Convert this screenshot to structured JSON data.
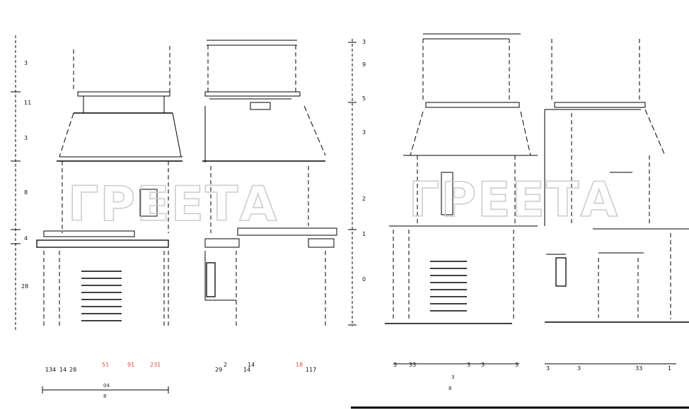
{
  "watermark": "ГРЕЕТА",
  "panels": [
    {
      "vertical_dims": [
        "3",
        "11",
        "3",
        "8",
        "4",
        "28"
      ],
      "bottom_dims_row1": [
        "134",
        "14",
        "28",
        "51",
        "91",
        "231"
      ],
      "bottom_dims_row2": [
        "04",
        "8"
      ]
    },
    {
      "bottom_dims_row1": [
        "2",
        "14",
        "18"
      ],
      "bottom_dims_row2": [
        "29",
        "14",
        "117"
      ]
    },
    {
      "vertical_dims": [
        "3",
        "9",
        "5",
        "3",
        "2",
        "1",
        "0"
      ],
      "bottom_dims_row1": [
        "3",
        "33",
        "3",
        "3",
        "3"
      ],
      "bottom_dims_row2": [
        "3",
        "8"
      ]
    },
    {
      "bottom_dims_row1": [
        "3",
        "3",
        "33",
        "1"
      ]
    }
  ]
}
